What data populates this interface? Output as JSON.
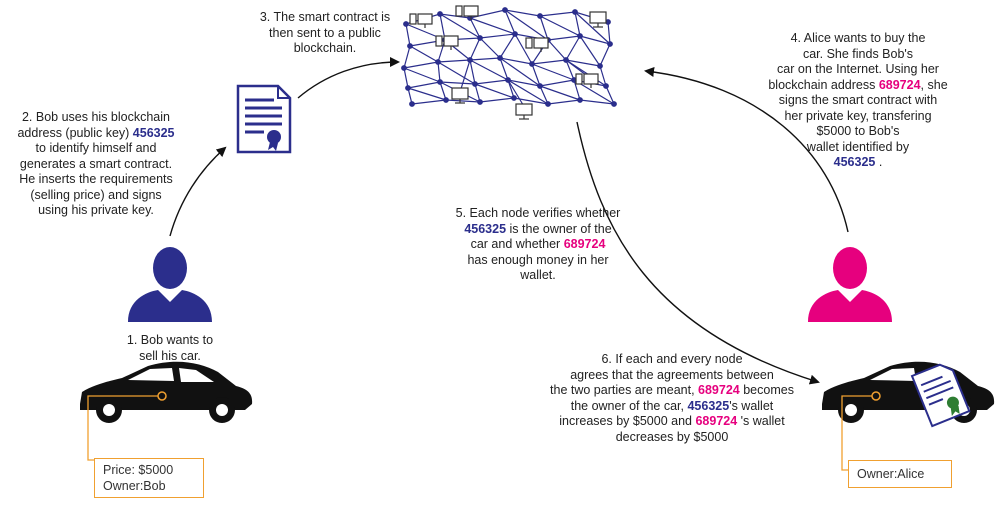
{
  "colors": {
    "bob": "#2b2e8c",
    "alice": "#e6007e",
    "network": "#2b2e8c",
    "car": "#111111",
    "box_border": "#f0a030"
  },
  "icons": [
    "bob-person-icon",
    "alice-person-icon",
    "contract-document-icon",
    "car-icon",
    "blockchain-network-icon",
    "computer-icon"
  ],
  "bob_address": "456325",
  "alice_address": "689724",
  "step1": {
    "line1": "1. Bob wants to",
    "line2": "sell his car."
  },
  "step2": {
    "line1": "2. Bob uses his blockchain",
    "line2_pre": "address (public key) ",
    "line3": "to identify himself and",
    "line4": "generates a smart contract.",
    "line5": "He inserts the requirements",
    "line6": "(selling price) and signs",
    "line7": "using his private key."
  },
  "step3": {
    "line1": "3. The smart contract is",
    "line2": "then sent to a public",
    "line3": "blockchain."
  },
  "step4": {
    "line1": "4. Alice wants to buy the",
    "line2": "car. She finds Bob's",
    "line3": "car on the Internet. Using her",
    "line4_pre": "blockchain address ",
    "line4_post": ", she",
    "line5": "signs the smart contract with",
    "line6": "her private key, transfering",
    "line7": "$5000 to Bob's",
    "line8": "wallet identified by",
    "line9_post": " ."
  },
  "step5": {
    "line1": "5. Each node verifies whether",
    "line2_post": " is the owner of the",
    "line3_pre": "car and whether ",
    "line4": "has enough money in her",
    "line5": "wallet."
  },
  "step6": {
    "line1": "6. If each and every node",
    "line2": "agrees that the agreements between",
    "line3_pre": "the two parties are meant, ",
    "line3_post": "  becomes",
    "line4_pre": "the owner of the car, ",
    "line4_post": "'s wallet",
    "line5_pre": "increases by $5000 and ",
    "line5_post": " 's wallet",
    "line6": "decreases by $5000"
  },
  "bob_box": {
    "price": "Price: $5000",
    "owner": "Owner:Bob"
  },
  "alice_box": {
    "owner": "Owner:Alice"
  }
}
